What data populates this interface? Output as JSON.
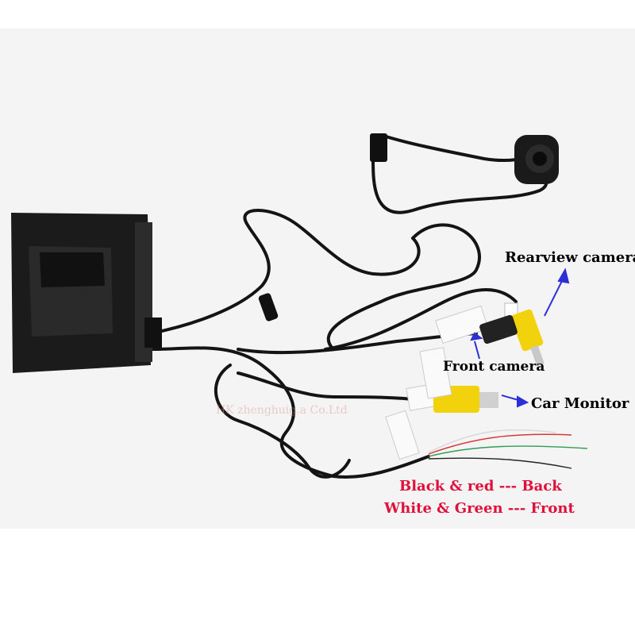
{
  "labels": {
    "rearview_camera": "Rearview camera",
    "front_camera": "Front camera",
    "car_monitor": "Car Monitor"
  },
  "legend": {
    "line1": "Black & red --- Back",
    "line2": "White & Green --- Front"
  },
  "watermark": "HK zhenghuig.a Co.Ltd",
  "colors": {
    "background_band": "#f4f4f4",
    "cable": "#141414",
    "device": "#1b1b1b",
    "rca_yellow": "#f2d20c",
    "label_red": "#e0103a",
    "arrow_blue": "#2c2ed8",
    "wire_green": "#2f9e55",
    "wire_red": "#d53a3a"
  }
}
